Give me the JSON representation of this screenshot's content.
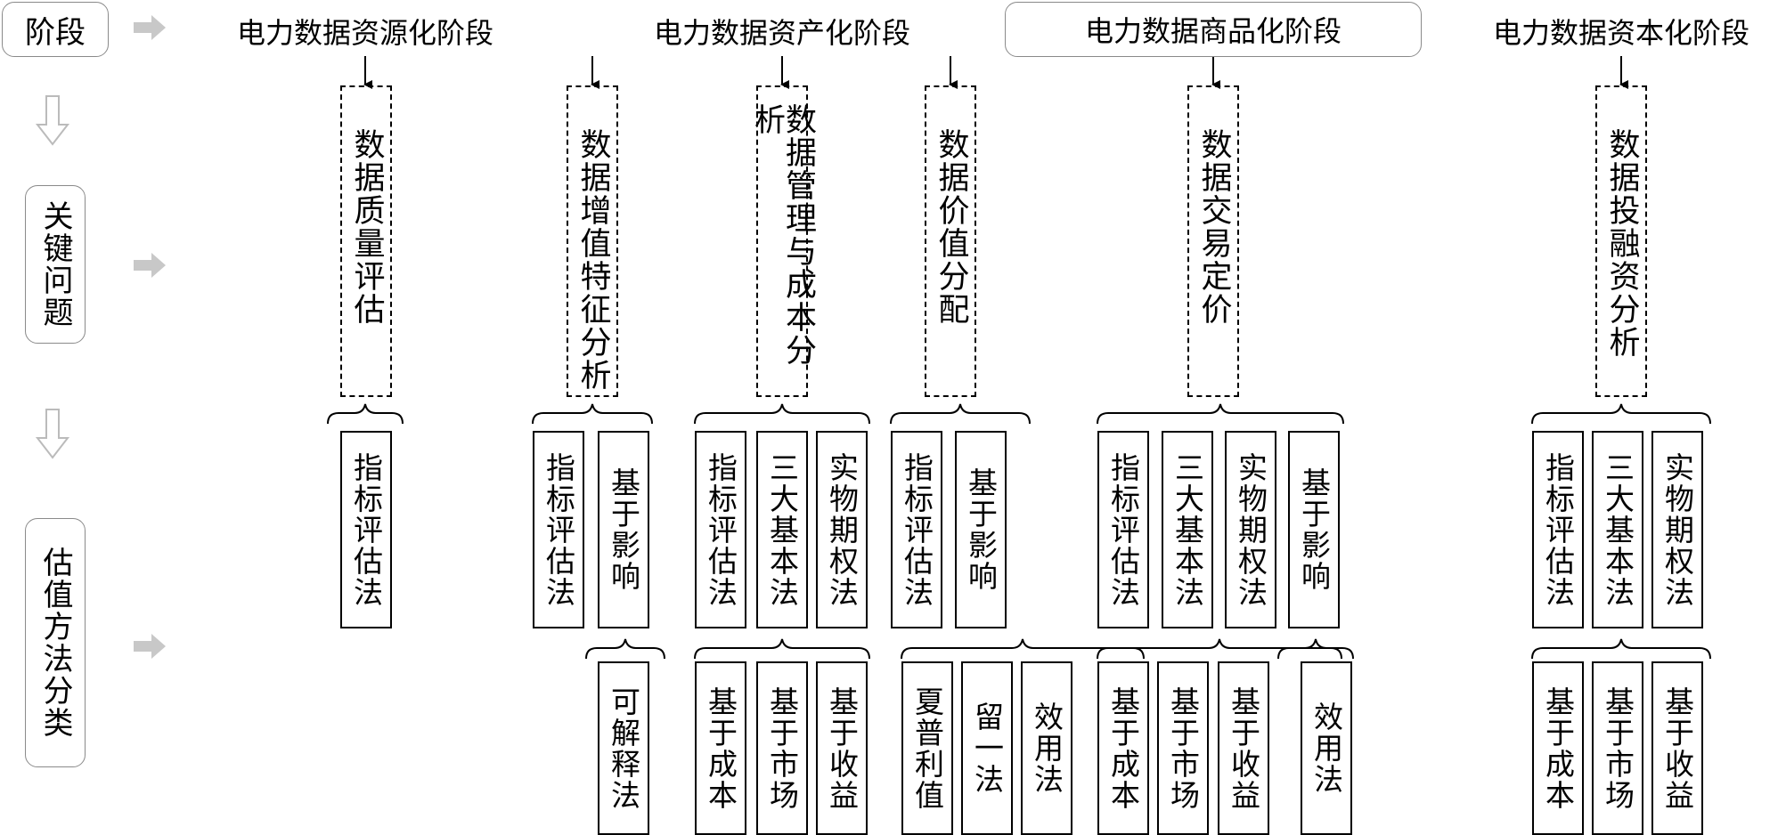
{
  "rows": {
    "stage": "阶段",
    "key_issue": "关键问题",
    "method": "估值方法分类"
  },
  "stages": [
    "电力数据资源化阶段",
    "电力数据资产化阶段",
    "电力数据商品化阶段",
    "电力数据资本化阶段"
  ],
  "key_issues": [
    "数据质量评估",
    "数据增值特征分析",
    "数据管理与成本分析",
    "数据价值分配",
    "数据交易定价",
    "数据投融资分析"
  ],
  "methods": {
    "zhibiao": "指标评估法",
    "yingxiang": "基于影响",
    "sanda": "三大基本法",
    "shiwu": "实物期权法",
    "kejieshi": "可解释法",
    "chengben": "基于成本",
    "shichang": "基于市场",
    "shouyi": "基于收益",
    "xiapu": "夏普利值",
    "liuyi": "留一法",
    "xiaoyong": "效用法"
  }
}
